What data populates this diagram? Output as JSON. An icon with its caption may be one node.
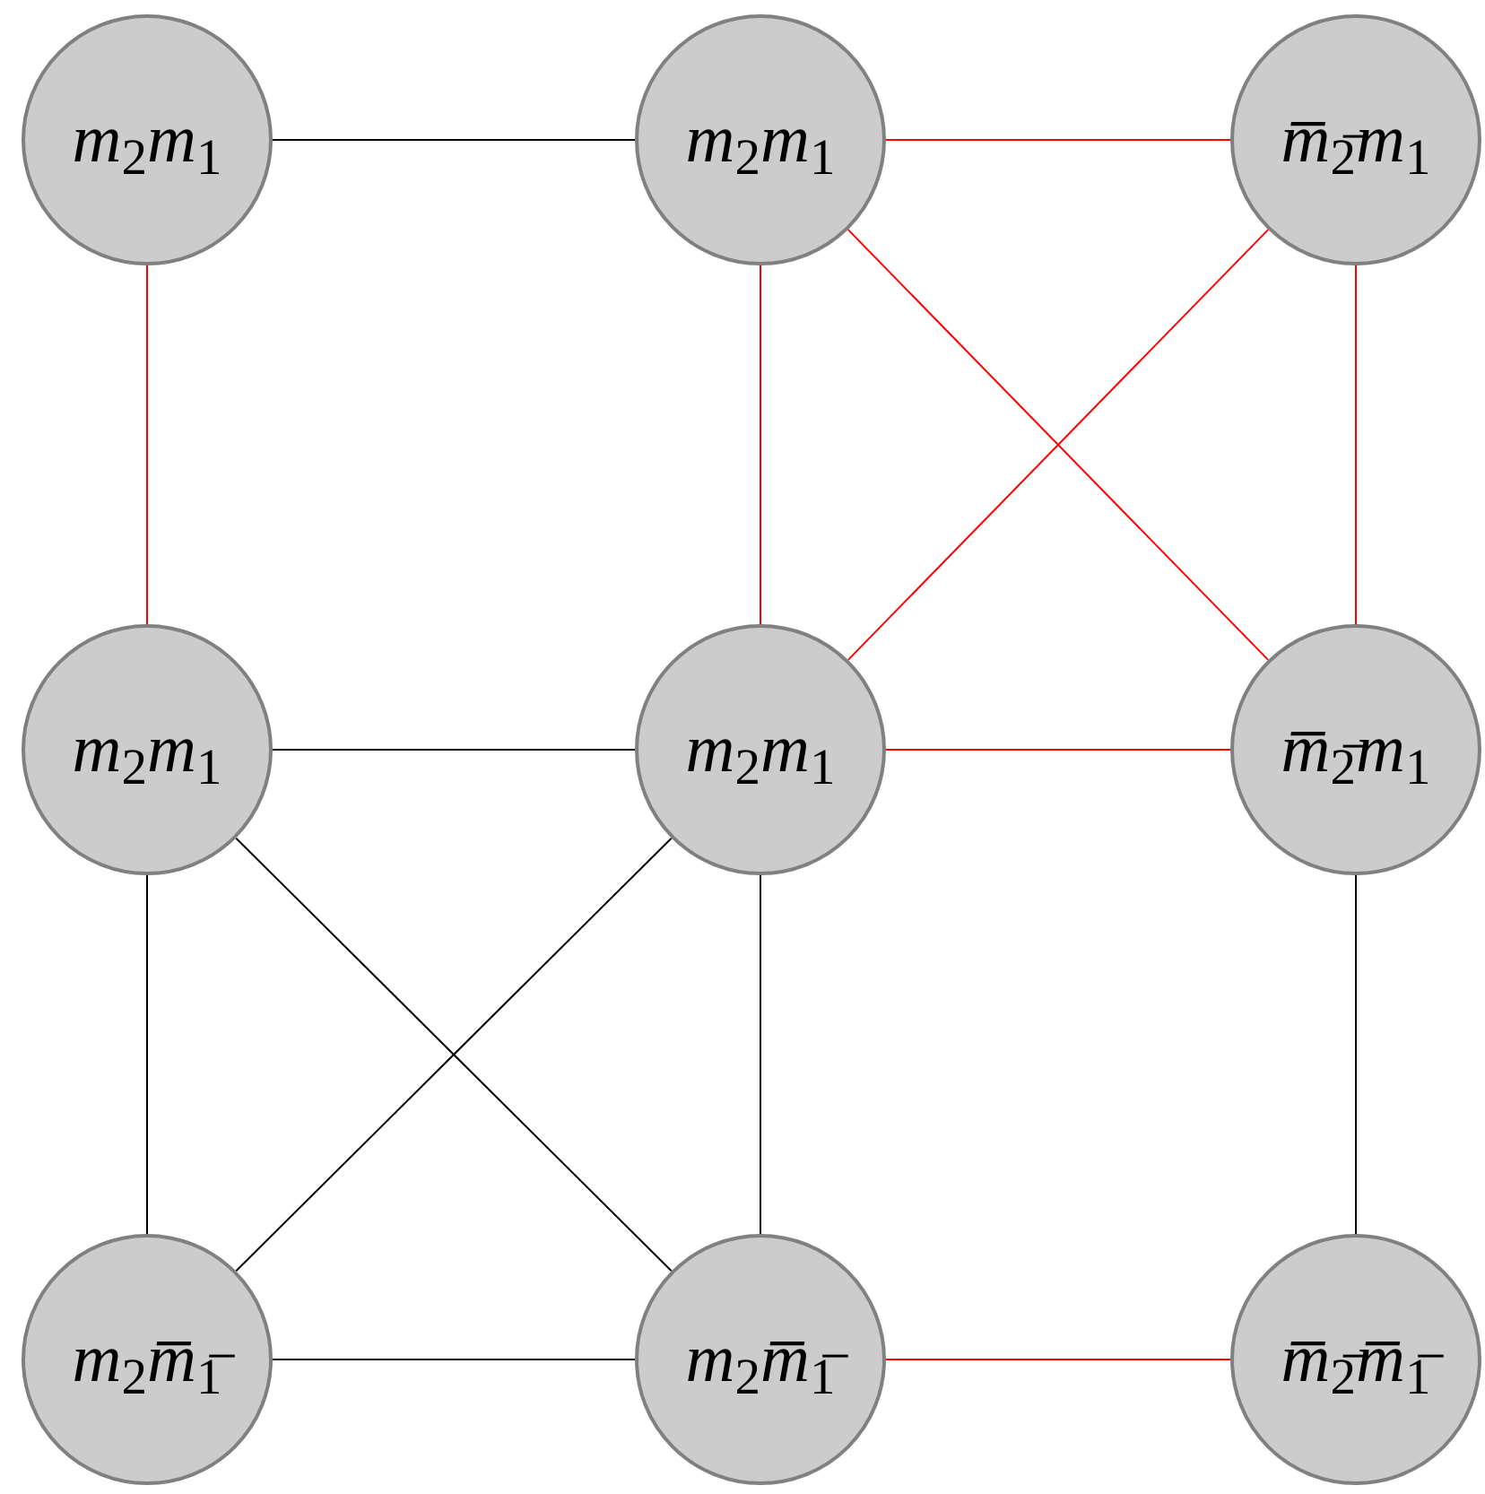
{
  "diagram": {
    "nodes": [
      {
        "text": [
          "*m*$_{2}$*m*$_{1}$"
        ]
      },
      {
        "text": [
          "*m*$_{2}$*m*$_{1}$"
        ]
      },
      {
        "text": [
          "*m̅*$_{2̅}$*m*$_{1}$"
        ]
      },
      {
        "text": [
          "*m*$_{2}$*m*$_{1}$"
        ]
      },
      {
        "text": [
          "*m*$_{2}$*m*$_{1}$"
        ]
      },
      {
        "text": [
          "*m̅*$_{2̅}$*m*$_{1}$"
        ]
      },
      {
        "text": [
          "*m*$_{2}$*m̅*$_{1̅}$"
        ]
      },
      {
        "text": [
          "*m*$_{2}$*m̅*$_{1̅}$"
        ]
      },
      {
        "text": [
          "*m̅*$_{2̅}$*m̅*$_{1̅}$"
        ]
      }
    ],
    "edges": [
      {
        "from": 0,
        "to": 1,
        "arrow": "none"
      },
      {
        "from": 1,
        "to": 2,
        "arrow": "none",
        "color": "#ff0000"
      },
      {
        "from": 0,
        "to": 3,
        "arrow": "none",
        "color": "#ff0000"
      },
      {
        "from": 1,
        "to": 4,
        "arrow": "none",
        "color": "#ff0000"
      },
      {
        "from": 2,
        "to": 5,
        "arrow": "none",
        "color": "#ff0000"
      },
      {
        "from": 1,
        "to": 5,
        "arrow": "none",
        "color": "#ff0000"
      },
      {
        "from": 2,
        "to": 4,
        "arrow": "none",
        "color": "#ff0000"
      },
      {
        "from": 3,
        "to": 4,
        "arrow": "none"
      },
      {
        "from": 4,
        "to": 5,
        "arrow": "none",
        "color": "#ff0000"
      },
      {
        "from": 3,
        "to": 6,
        "arrow": "none"
      },
      {
        "from": 4,
        "to": 7,
        "arrow": "none"
      },
      {
        "from": 5,
        "to": 8,
        "arrow": "none"
      },
      {
        "from": 3,
        "to": 7,
        "arrow": "none"
      },
      {
        "from": 4,
        "to": 6,
        "arrow": "none"
      },
      {
        "from": 6,
        "to": 7,
        "arrow": "none"
      },
      {
        "from": 7,
        "to": 8,
        "arrow": "none",
        "color": "#ff0000"
      }
    ]
  }
}
